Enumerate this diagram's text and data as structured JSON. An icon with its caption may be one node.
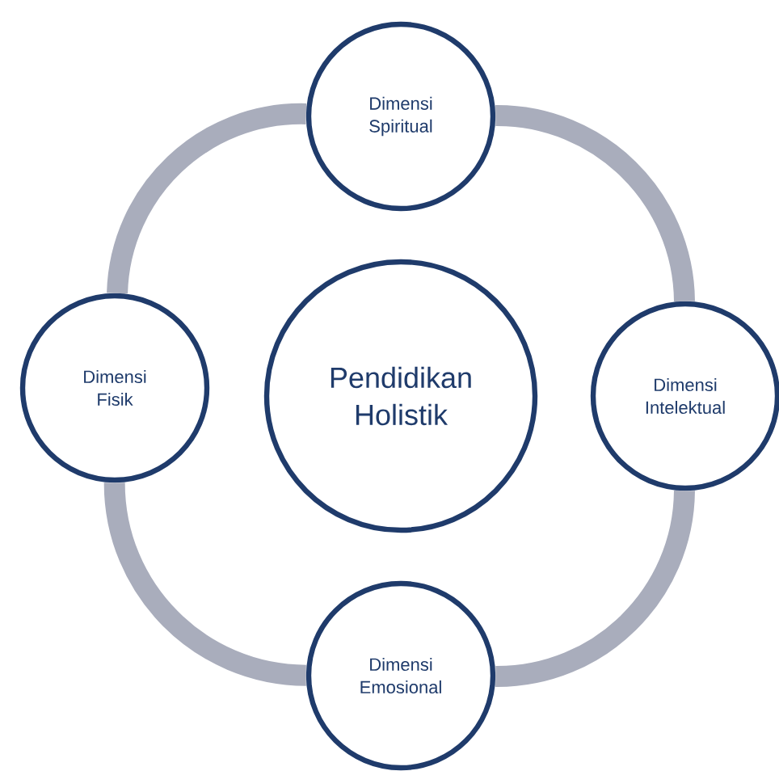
{
  "diagram": {
    "nodes": [
      {
        "text": [
          "Dimensi Spiritual"
        ]
      },
      {
        "text": [
          "Dimensi Fisik"
        ]
      },
      {
        "text": [
          "Pendidikan Holistik"
        ]
      },
      {
        "text": [
          "Dimensi Intelektual"
        ]
      },
      {
        "text": [
          "Dimensi Emosional"
        ]
      }
    ],
    "edges": [
      {
        "from": 0,
        "to": 3,
        "arrow": "none"
      },
      {
        "from": 3,
        "to": 4,
        "arrow": "none"
      },
      {
        "from": 4,
        "to": 1,
        "arrow": "none"
      },
      {
        "from": 1,
        "to": 0,
        "arrow": "none"
      }
    ]
  }
}
